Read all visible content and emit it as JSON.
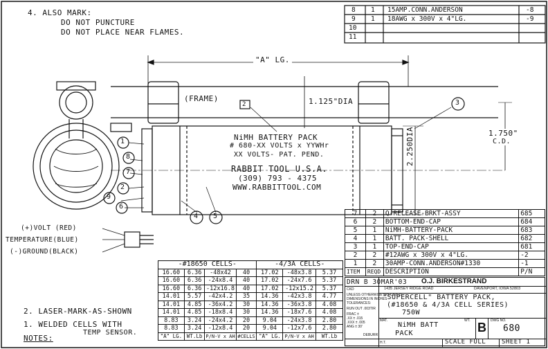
{
  "notes_top": {
    "line1": "4. ALSO MARK:",
    "line2": "DO NOT PUNCTURE",
    "line3": "DO NOT PLACE NEAR FLAMES."
  },
  "notes_bottom": {
    "line2": "2. LASER-MARK-AS-SHOWN",
    "line1a": "1. WELDED CELLS WITH",
    "line1b": "TEMP SENSOR.",
    "header": "NOTES:"
  },
  "dims": {
    "length": "\"A\" LG.",
    "tube_dia": "1.125\"DIA",
    "body_dia": "2.250DIA",
    "cd": "1.750\"",
    "cd2": "C.D."
  },
  "labels": {
    "frame": "(FRAME)",
    "marking1": "NiMH BATTERY PACK",
    "marking2": "# 680-XX VOLTS x YYWHr",
    "marking3": "XX VOLTS- PAT. PEND.",
    "marking4": "RABBIT TOOL U.S.A.",
    "marking5": "(309) 793 - 4375",
    "marking6": "WWW.RABBITTOOL.COM",
    "volt": "(+)VOLT (RED)",
    "temp": "TEMPERATURE(BLUE)",
    "ground": "(-)GROUND(BLACK)"
  },
  "balloons": [
    "1",
    "2",
    "3",
    "4",
    "5",
    "6",
    "7",
    "8",
    "9"
  ],
  "balloon_box": "2",
  "top_bom": [
    {
      "item": "8",
      "qty": "1",
      "desc": "15AMP.CONN.ANDERSON",
      "pn": "-8"
    },
    {
      "item": "9",
      "qty": "1",
      "desc": "18AWG x 300V x 4\"LG.",
      "pn": "-9"
    },
    {
      "item": "10",
      "qty": "",
      "desc": "",
      "pn": ""
    },
    {
      "item": "11",
      "qty": "",
      "desc": "",
      "pn": ""
    }
  ],
  "bom": [
    {
      "item": "7",
      "qty": "2",
      "desc": "Q-RELEASE-BRKT-ASSY",
      "pn": "685"
    },
    {
      "item": "6",
      "qty": "2",
      "desc": "BOTTOM-END-CAP",
      "pn": "684"
    },
    {
      "item": "5",
      "qty": "1",
      "desc": "NiMH-BATTERY-PACK",
      "pn": "683"
    },
    {
      "item": "4",
      "qty": "1",
      "desc": "BATT. PACK-SHELL",
      "pn": "682"
    },
    {
      "item": "3",
      "qty": "1",
      "desc": "TOP-END-CAP",
      "pn": "681"
    },
    {
      "item": "2",
      "qty": "2",
      "desc": "#12AWG x 300V x 4\"LG.",
      "pn": "-2"
    },
    {
      "item": "1",
      "qty": "2",
      "desc": "30AMP-CONN.ANDERSON#1330",
      "pn": "-1"
    }
  ],
  "bom_header": {
    "item": "ITEM",
    "qty": "REQD",
    "desc": "DESCRIPTION",
    "pn": "P/N"
  },
  "cells": {
    "h18650": "-#18650 CELLS-",
    "h43a": "-4/3A CELLS-",
    "rows": [
      [
        "16.60",
        "6.36",
        "-48x42",
        "40",
        "17.02",
        "-48x3.8",
        "5.37"
      ],
      [
        "16.60",
        "6.36",
        "-24x8.4",
        "40",
        "17.02",
        "-24x7.6",
        "5.37"
      ],
      [
        "16.60",
        "6.36",
        "-12x16.8",
        "40",
        "17.02",
        "-12x15.2",
        "5.37"
      ],
      [
        "14.01",
        "5.57",
        "-42x4.2",
        "35",
        "14.36",
        "-42x3.8",
        "4.77"
      ],
      [
        "14.01",
        "4.85",
        "-36x4.2",
        "30",
        "14.36",
        "-36x3.8",
        "4.08"
      ],
      [
        "14.01",
        "4.85",
        "-18x8.4",
        "30",
        "14.36",
        "-18x7.6",
        "4.08"
      ],
      [
        "8.83",
        "3.24",
        "-24x4.2",
        "20",
        "9.04",
        "-24x3.8",
        "2.80"
      ],
      [
        "8.83",
        "3.24",
        "-12x8.4",
        "20",
        "9.04",
        "-12x7.6",
        "2.80"
      ]
    ],
    "footer": [
      "\"A\" LG.",
      "WT.Lb",
      "P/N-V x AH",
      "#CELLS",
      "\"A\" LG.",
      "P/N-V x AH",
      "WT.Lb"
    ]
  },
  "title_block": {
    "drawn": "DRN B 30MAR'03",
    "chkd": "CKD",
    "company": "O.J. BIRKESTRAND",
    "address": "1435 JERSEY RIDGE ROAD",
    "city": "DAVENPORT, IOWA 52803",
    "tol1": "DIMENSIONS IN INCHES",
    "tol0": "UNLESS OTHERWISE SPECIFIED",
    "tol2": "TOLERANCES:",
    "tol3": "RUN OUT .003TIR",
    "tol4": "FRAC ±",
    "tol5": ".XX ± .015",
    "tol6": ".XXX ± .005",
    "tol7": "ANG ± 30'",
    "deburr": "DEBURR",
    "title1": "\"SUPERCELL\" BATTERY PACK,",
    "title2": "(#18650 & 4/3A CELL SERIES)",
    "title3": "750W",
    "mat_label": "MAT.",
    "wt_label": "WT.",
    "mat": "NiMH BATT",
    "mat2": "PACK",
    "size": "B",
    "dwg_label": "DWG NO.",
    "dwg": "680",
    "ht": "H.T.",
    "scale": "SCALE FULL",
    "sheet": "SHEET 1"
  }
}
